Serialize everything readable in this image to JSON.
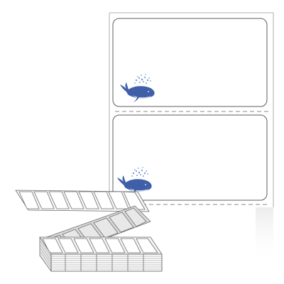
{
  "product": {
    "labels_per_sheet": 2,
    "label_shape": "rounded rectangle",
    "perforation": "dashed",
    "format": "fanfold",
    "colors": {
      "label_border": "#5c5c5c",
      "liner_border": "#9a9a9a",
      "perforation": "#8a8a8a",
      "whale_body": "#3f5fa8",
      "whale_belly": "#cfd9ee",
      "spray": "#7e9ad0"
    },
    "labels": [
      {
        "graphic": "whale-icon"
      },
      {
        "graphic": "whale-icon"
      }
    ]
  }
}
